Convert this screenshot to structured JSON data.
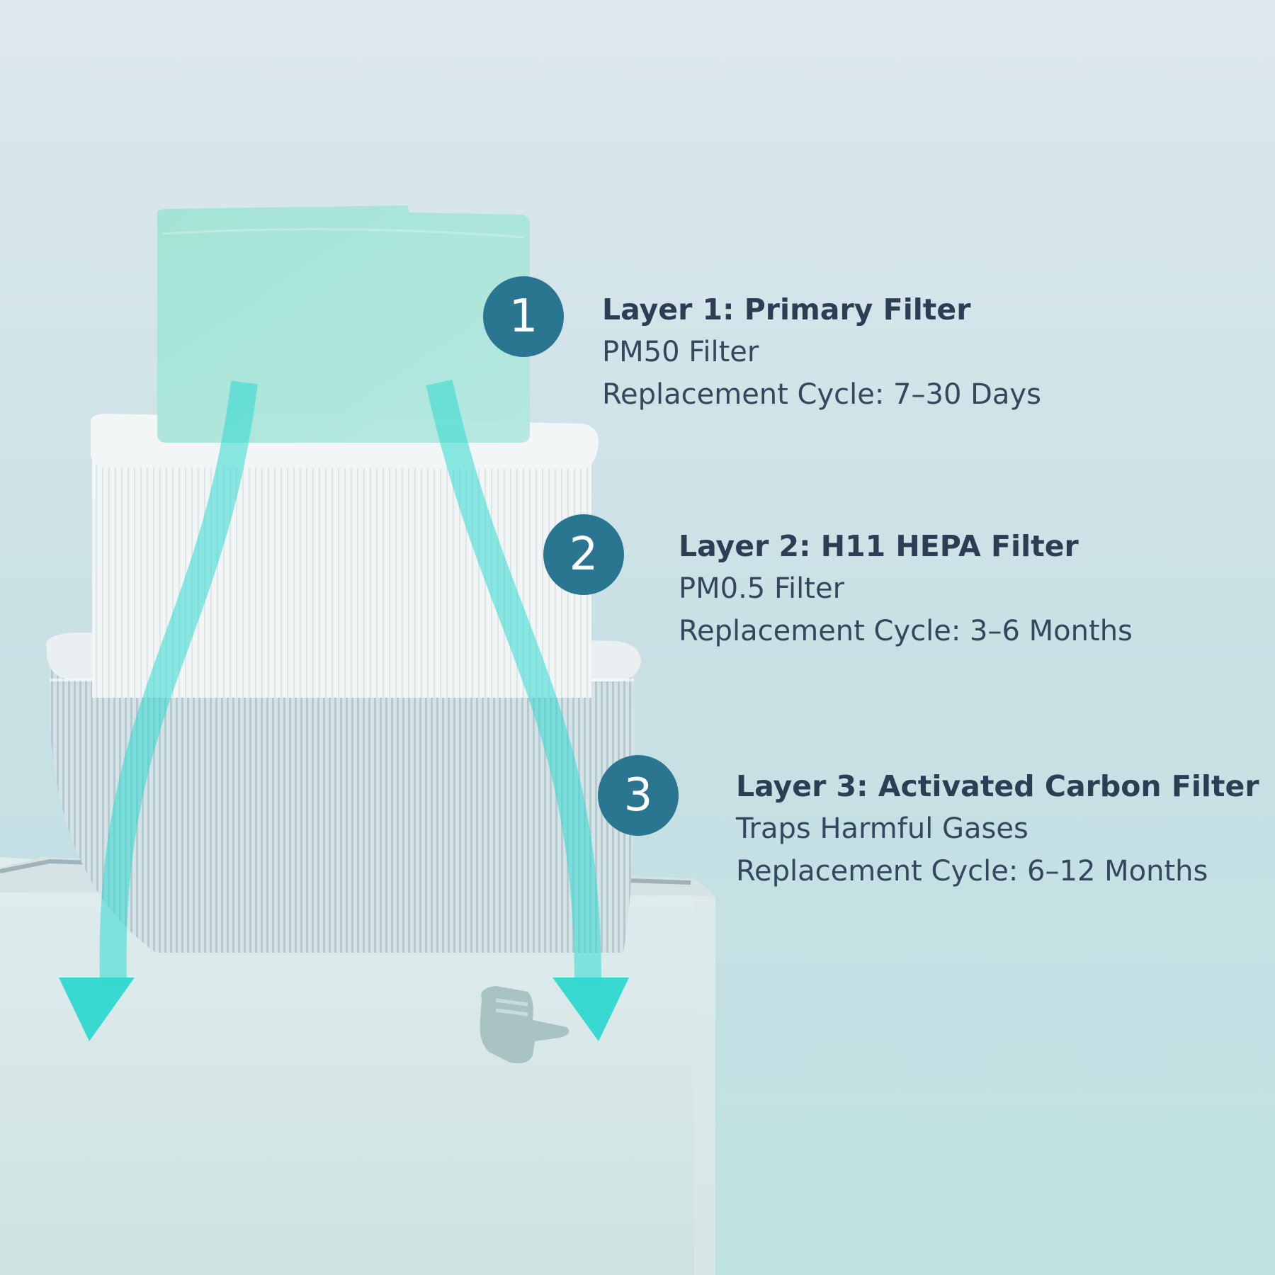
{
  "colors": {
    "badge": "#2a7590",
    "heading_text": "#2b3e54",
    "arrow": "#2fd8d0",
    "primary_filter": "#a6e3d6"
  },
  "layers": [
    {
      "number": "1",
      "title": "Layer 1: Primary Filter",
      "line1": "PM50 Filter",
      "line2": "Replacement Cycle: 7–30 Days"
    },
    {
      "number": "2",
      "title": "Layer 2: H11 HEPA Filter",
      "line1": "PM0.5 Filter",
      "line2": "Replacement Cycle: 3–6 Months"
    },
    {
      "number": "3",
      "title": "Layer 3: Activated Carbon Filter",
      "line1": "Traps Harmful Gases",
      "line2": "Replacement Cycle: 6–12 Months"
    }
  ]
}
